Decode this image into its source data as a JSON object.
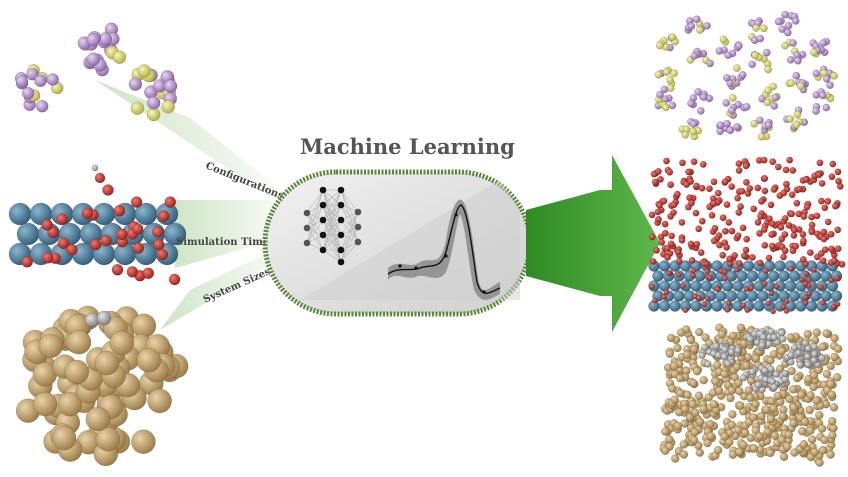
{
  "title": "Machine Learning",
  "inputs": [
    {
      "label": "Configurations"
    },
    {
      "label": "Simulation Times"
    },
    {
      "label": "System Sizes"
    }
  ],
  "icons": [
    "neural-network-icon",
    "gaussian-process-icon"
  ],
  "colors": {
    "purple_atom": "#b088c8",
    "yellow_atom": "#d8d870",
    "oxygen_red": "#c0302a",
    "metal_blue": "#4a7fa0",
    "gold_atom": "#c2a06a",
    "platinum_gray": "#a8a8a8",
    "arrow_green": "#3f9a2f",
    "frame_green": "#5a8a3a",
    "title_gray": "#545454"
  }
}
